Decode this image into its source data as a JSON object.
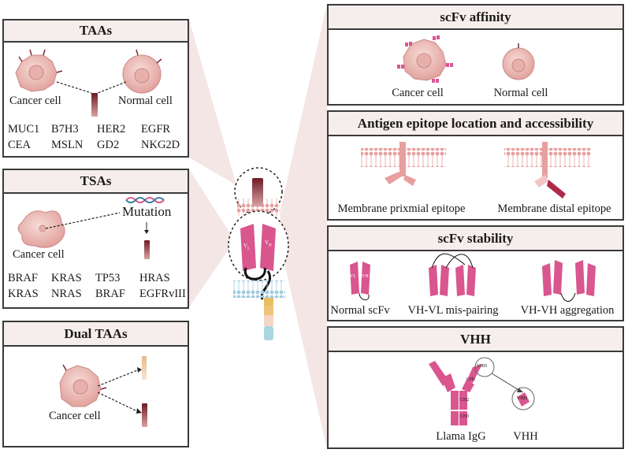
{
  "left": {
    "taa": {
      "title": "TAAs",
      "cancer_label": "Cancer cell",
      "normal_label": "Normal cell",
      "antigens_row1": [
        "MUC1",
        "B7H3",
        "HER2",
        "EGFR"
      ],
      "antigens_row2": [
        "CEA",
        "MSLN",
        "GD2",
        "NKG2D"
      ]
    },
    "tsa": {
      "title": "TSAs",
      "cancer_label": "Cancer cell",
      "mutation_label": "Mutation",
      "antigens_row1": [
        "BRAF",
        "KRAS",
        "TP53",
        "HRAS"
      ],
      "antigens_row2": [
        "KRAS",
        "NRAS",
        "BRAF",
        "EGFRvIII"
      ]
    },
    "dual": {
      "title": "Dual TAAs",
      "cancer_label": "Cancer cell"
    }
  },
  "center": {
    "vh_label": "V",
    "vh_sub": "H",
    "vl_label": "V",
    "vl_sub": "L"
  },
  "right": {
    "affinity": {
      "title": "scFv affinity",
      "cancer_label": "Cancer cell",
      "normal_label": "Normal cell"
    },
    "epitope": {
      "title": "Antigen epitope location and accessibility",
      "proximal_label": "Membrane prixmial epitope",
      "distal_label": "Membrane distal epitope"
    },
    "stability": {
      "title": "scFv stability",
      "normal_label": "Normal scFv",
      "mispair_label": "VH-VL mis-pairing",
      "aggregation_label": "VH-VH aggregation",
      "domain_vl": "VL",
      "domain_vh": "VH"
    },
    "vhh": {
      "title": "VHH",
      "igg_label": "Llama IgG",
      "vhh_label": "VHH",
      "domain_vhh": "VHH",
      "domain_ch1": "CH1",
      "domain_ch2": "CH2",
      "domain_ch3": "CH3"
    }
  },
  "colors": {
    "cell_pink": "#ebb7b3",
    "antigen_maroon": "#8a2a35",
    "scfv_pink": "#d9568f",
    "membrane_pink": "#e7a09f",
    "membrane_blue": "#9fcbe0",
    "header_bg": "#f6eeed"
  }
}
